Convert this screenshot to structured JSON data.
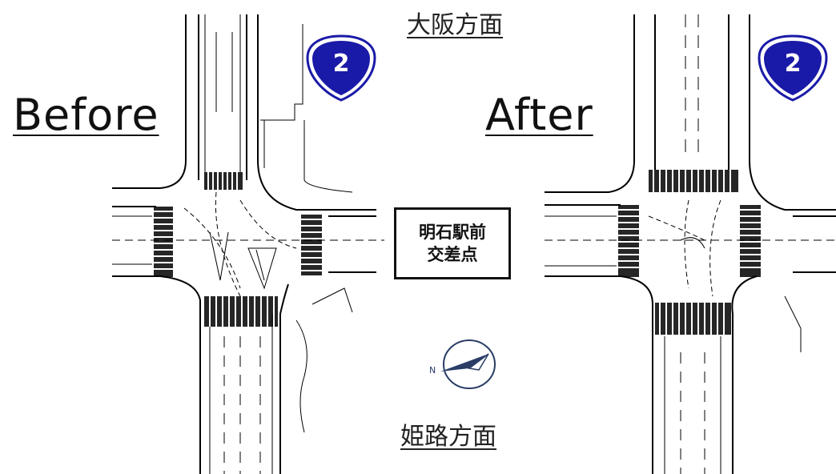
{
  "before_label": "Before",
  "after_label": "After",
  "north_direction": "大阪方面",
  "south_direction": "姫路方面",
  "intersection_name": [
    "明石駅前",
    "交差点"
  ],
  "route_number": "2",
  "compass_letter": "N",
  "colors": {
    "shield_fill": "#1a1aa8",
    "shield_outline": "#1a1aa8",
    "compass": "#2a3d66"
  }
}
